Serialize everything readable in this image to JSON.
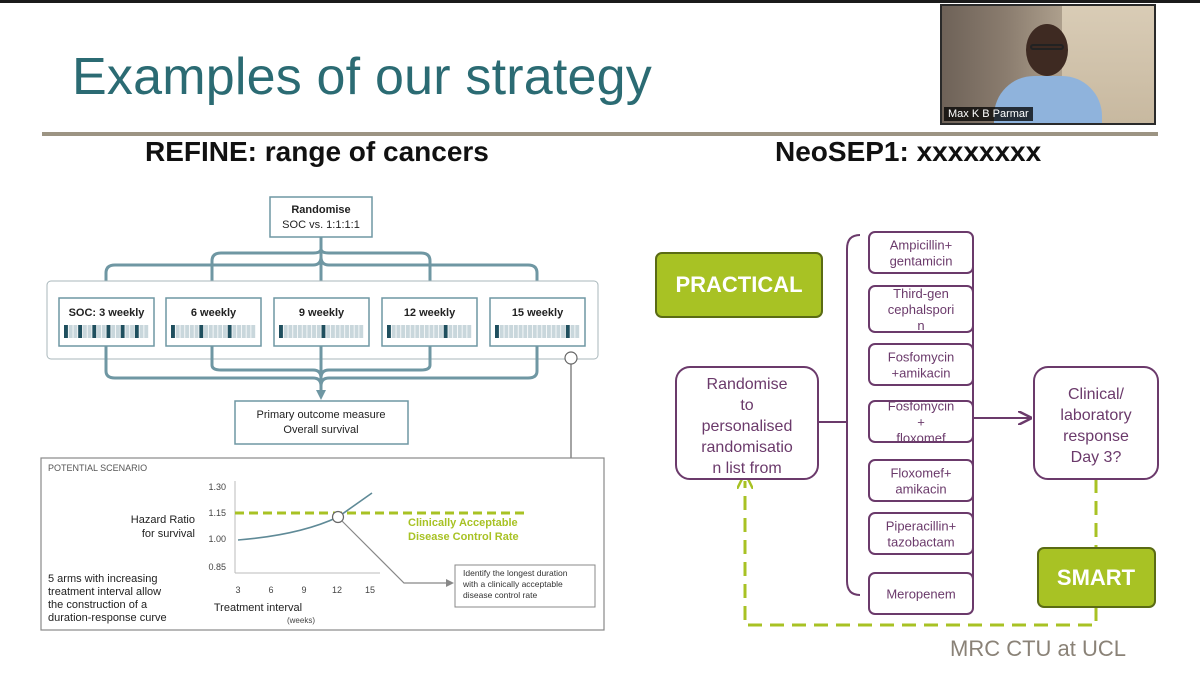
{
  "slide": {
    "title": "Examples of our strategy",
    "footer": "MRC CTU at UCL"
  },
  "video": {
    "participant_name": "Max K B Parmar"
  },
  "left": {
    "subtitle": "REFINE: range of cancers",
    "randomise_title": "Randomise",
    "randomise_sub": "SOC vs. 1:1:1:1",
    "arms": [
      "SOC: 3 weekly",
      "6 weekly",
      "9 weekly",
      "12 weekly",
      "15 weekly"
    ],
    "arm_bar_pattern": [
      [
        1,
        0,
        0,
        1,
        0,
        0,
        1,
        0,
        0,
        1,
        0,
        0,
        1,
        0,
        0,
        1,
        0,
        0
      ],
      [
        1,
        0,
        0,
        0,
        0,
        0,
        1,
        0,
        0,
        0,
        0,
        0,
        1,
        0,
        0,
        0,
        0,
        0
      ],
      [
        1,
        0,
        0,
        0,
        0,
        0,
        0,
        0,
        0,
        1,
        0,
        0,
        0,
        0,
        0,
        0,
        0,
        0
      ],
      [
        1,
        0,
        0,
        0,
        0,
        0,
        0,
        0,
        0,
        0,
        0,
        0,
        1,
        0,
        0,
        0,
        0,
        0
      ],
      [
        1,
        0,
        0,
        0,
        0,
        0,
        0,
        0,
        0,
        0,
        0,
        0,
        0,
        0,
        0,
        1,
        0,
        0
      ]
    ],
    "outcome_line1": "Primary outcome measure",
    "outcome_line2": "Overall survival",
    "scenario": {
      "label": "POTENTIAL SCENARIO",
      "ylabel_line1": "Hazard Ratio",
      "ylabel_line2": "for survival",
      "yticks": [
        "1.30",
        "1.15",
        "1.00",
        "0.85"
      ],
      "xticks": [
        "3",
        "6",
        "9",
        "12",
        "15"
      ],
      "xlabel": "Treatment interval",
      "xunit": "(weeks)",
      "threshold_line1": "Clinically Acceptable",
      "threshold_line2": "Disease Control Rate",
      "note_line1": "5 arms with increasing",
      "note_line2": "treatment interval allow",
      "note_line3": "the construction of a",
      "note_line4": "duration-response curve",
      "callout_line1": "Identify the longest duration",
      "callout_line2": "with a clinically acceptable",
      "callout_line3": "disease control rate",
      "colors": {
        "line": "#5f8a97",
        "threshold": "#a8c224"
      }
    }
  },
  "right": {
    "subtitle": "NeoSEP1: xxxxxxxx",
    "practical": "PRACTICAL",
    "smart": "SMART",
    "randomise_lines": [
      "Randomise",
      "to",
      "personalised",
      "randomisatio",
      "n list from"
    ],
    "outcome_lines": [
      "Clinical/",
      "laboratory",
      "response",
      "Day 3?"
    ],
    "drugs": [
      [
        "Ampicillin+",
        "gentamicin"
      ],
      [
        "Third-gen",
        "cephalspori",
        "n"
      ],
      [
        "Fosfomycin",
        "+amikacin"
      ],
      [
        "Fosfomycin",
        "+",
        "floxomef"
      ],
      [
        "Floxomef+",
        "amikacin"
      ],
      [
        "Piperacillin+",
        "tazobactam"
      ],
      [
        "Meropenem"
      ]
    ],
    "colors": {
      "purple": "#6b3a6b",
      "green": "#a8c224"
    }
  }
}
